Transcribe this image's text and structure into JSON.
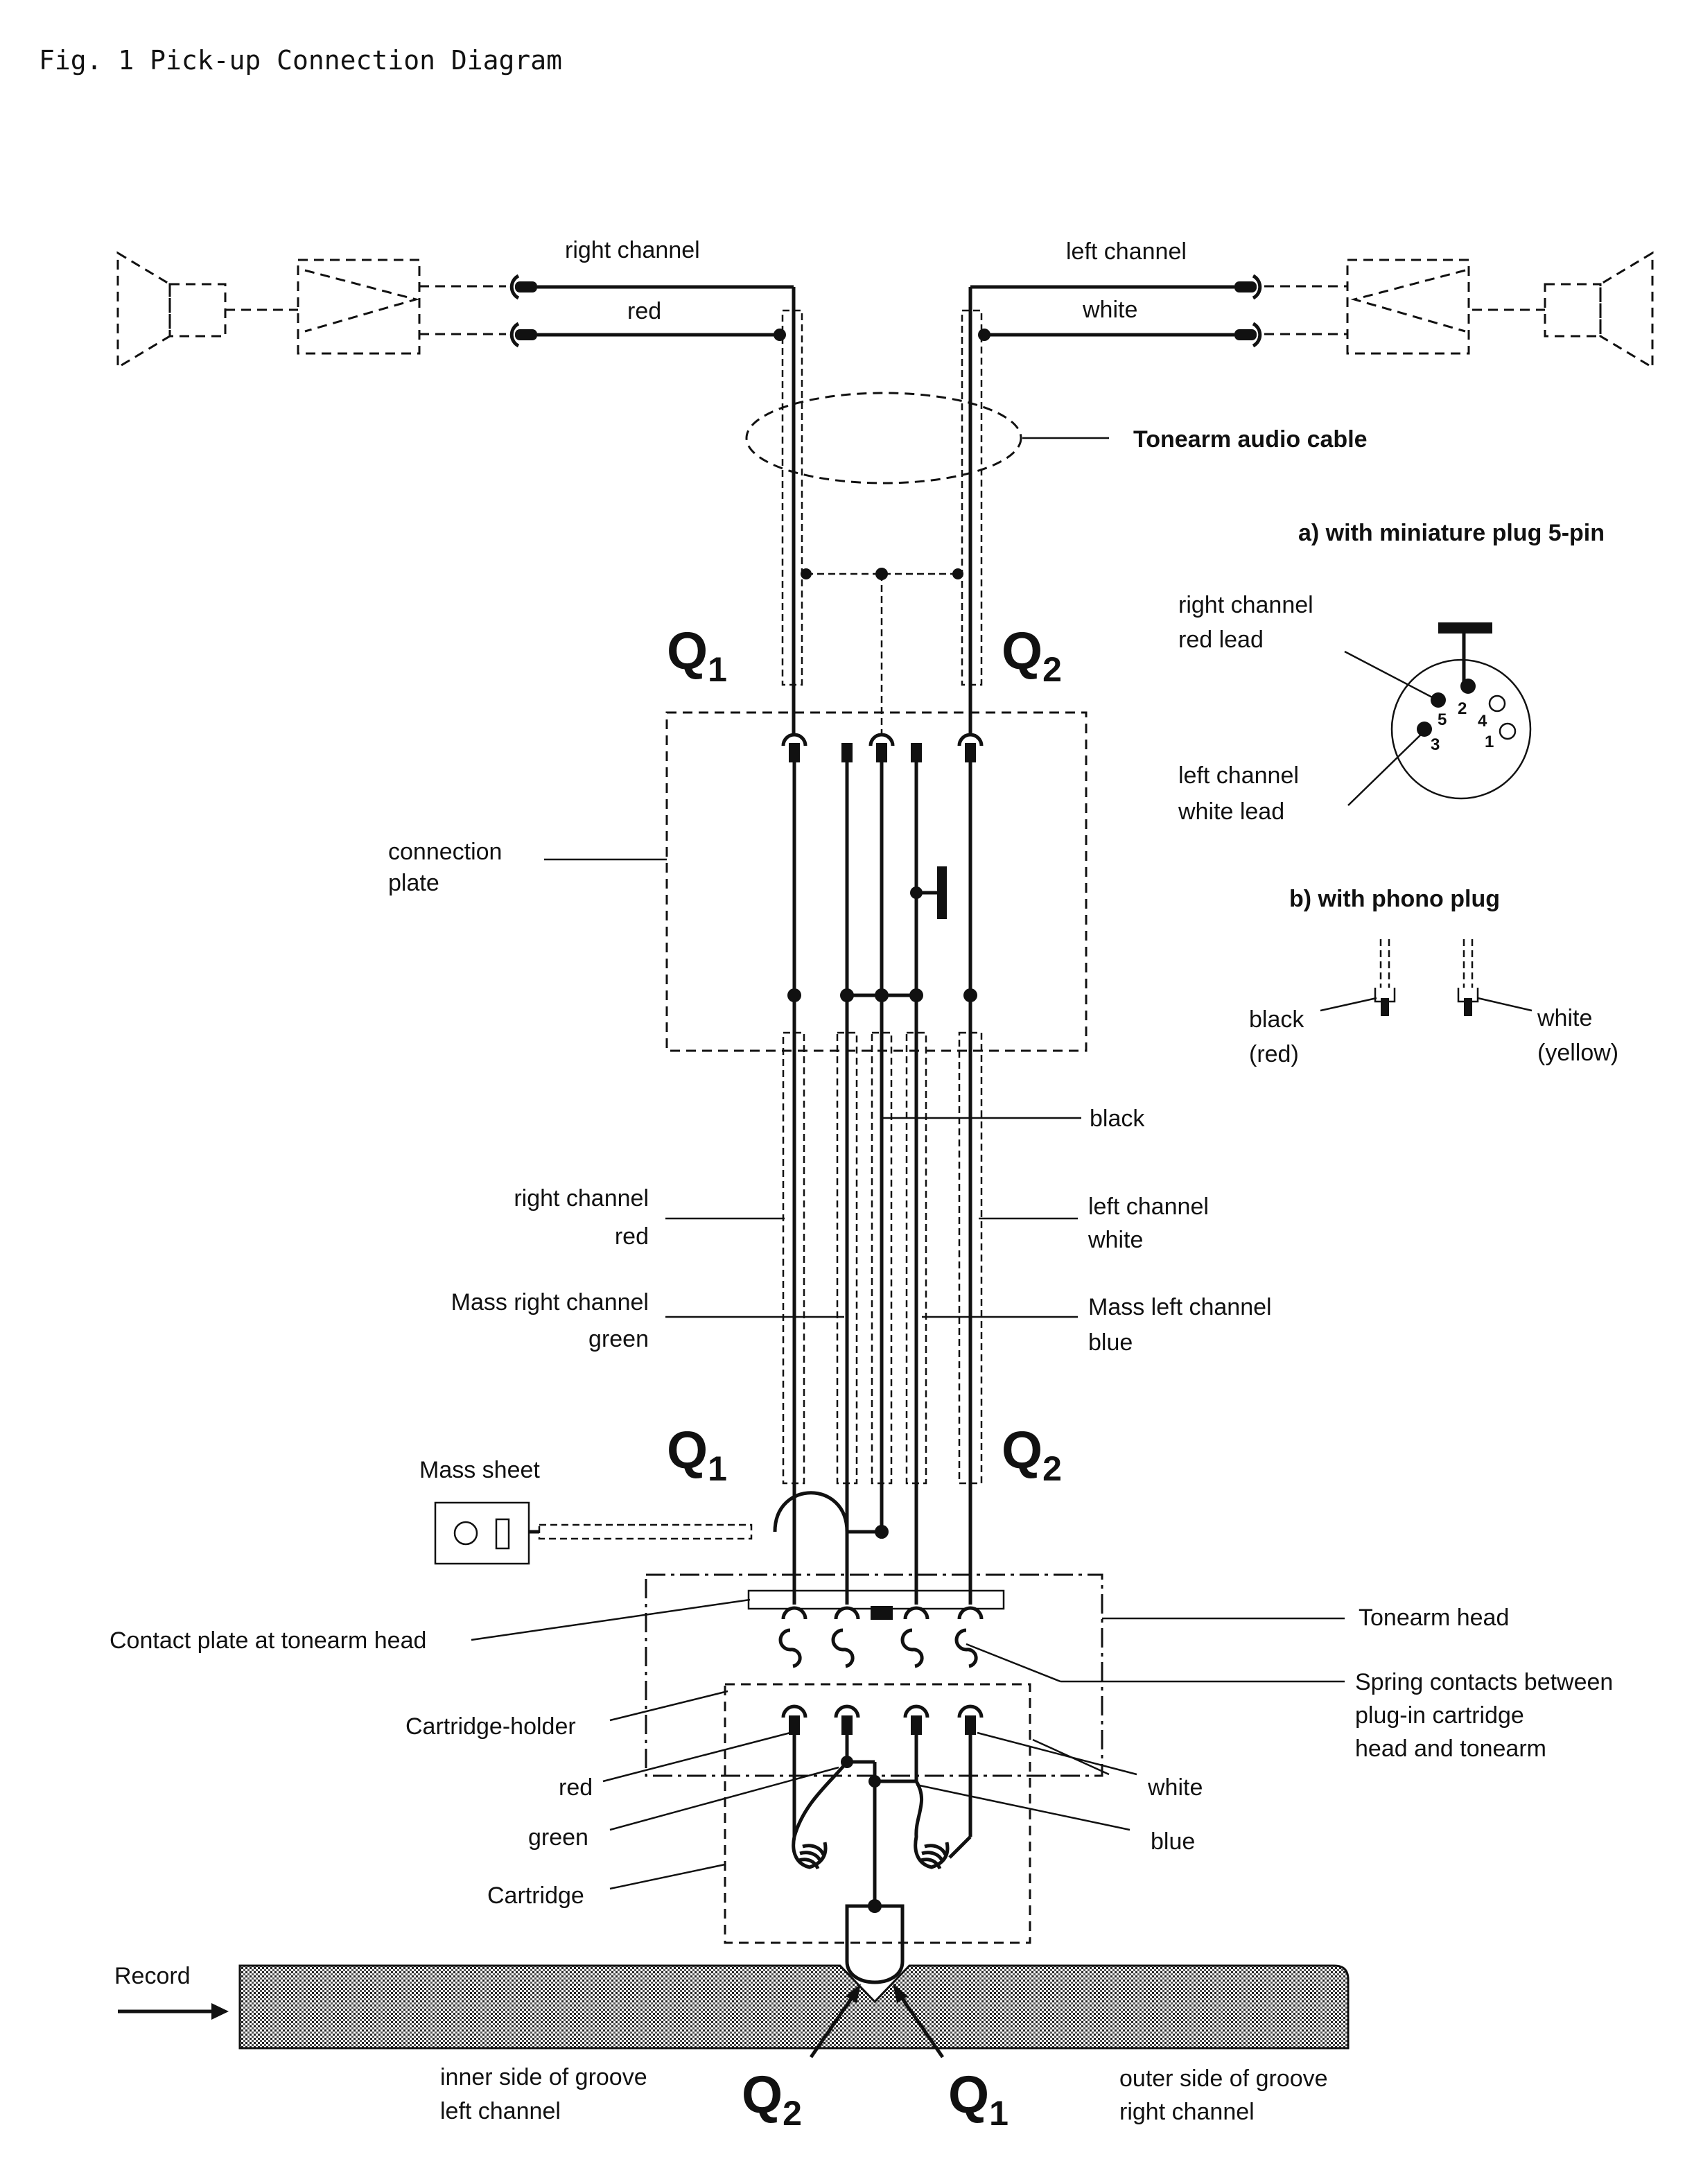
{
  "figure": {
    "title": "Fig. 1  Pick-up Connection Diagram"
  },
  "labels": {
    "top_right_channel": "right channel",
    "top_red": "red",
    "top_left_channel": "left channel",
    "top_white": "white",
    "tonearm_audio_cable": "Tonearm audio cable",
    "connection_plate_line1": "connection",
    "connection_plate_line2": "plate",
    "black": "black",
    "right_channel": "right channel",
    "red": "red",
    "left_channel": "left channel",
    "white": "white",
    "mass_right_channel": "Mass right channel",
    "green": "green",
    "mass_left_channel": "Mass left channel",
    "blue": "blue",
    "mass_sheet": "Mass sheet",
    "contact_plate": "Contact plate at tonearm head",
    "tonearm_head": "Tonearm head",
    "spring_contacts_line1": "Spring contacts between",
    "spring_contacts_line2": "plug-in cartridge",
    "spring_contacts_line3": "head and tonearm",
    "cartridge_holder": "Cartridge-holder",
    "cart_red": "red",
    "cart_green": "green",
    "cartridge": "Cartridge",
    "cart_white": "white",
    "cart_blue": "blue",
    "record": "Record",
    "inner_groove_line1": "inner side of groove",
    "inner_groove_line2": "left channel",
    "outer_groove_line1": "outer side of groove",
    "outer_groove_line2": "right channel"
  },
  "q_labels": {
    "q1": "Q",
    "q2": "Q",
    "sub1": "1",
    "sub2": "2"
  },
  "plug_a": {
    "title": "a)  with miniature plug 5-pin",
    "right_line1": "right channel",
    "right_line2": "red lead",
    "left_line1": "left channel",
    "left_line2": "white lead",
    "pins": [
      "1",
      "2",
      "3",
      "4",
      "5"
    ]
  },
  "plug_b": {
    "title": "b)  with phono plug",
    "left_line1": "black",
    "left_line2": "(red)",
    "right_line1": "white",
    "right_line2": "(yellow)"
  }
}
